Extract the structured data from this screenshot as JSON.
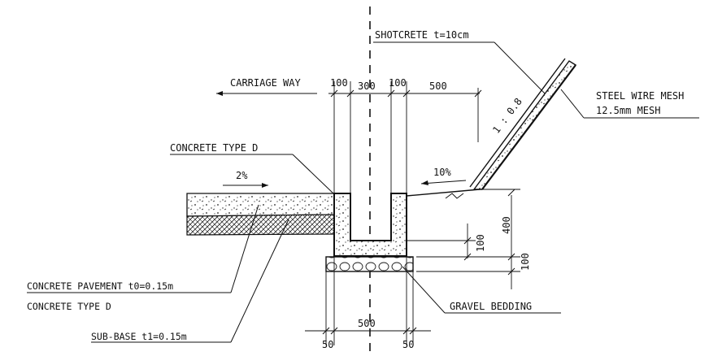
{
  "labels": {
    "shotcrete": "SHOTCRETE  t=10cm",
    "carriage_way": "CARRIAGE WAY",
    "steel_wire_mesh": "STEEL WIRE MESH",
    "mesh_size": "12.5mm MESH",
    "concrete_type_d_top": "CONCRETE TYPE D",
    "slope_left": "2%",
    "slope_right": "10%",
    "slope_ratio": "1 : 0.8",
    "concrete_pavement": "CONCRETE PAVEMENT t0=0.15m",
    "concrete_type_d_bottom": "CONCRETE TYPE D",
    "gravel_bedding": "GRAVEL BEDDING",
    "sub_base": "SUB-BASE t1=0.15m"
  },
  "dimensions": {
    "top_left_wall": "100",
    "top_channel": "300",
    "top_right_wall": "100",
    "top_shoulder": "500",
    "right_depth": "400",
    "right_base": "100",
    "right_bedding": "100",
    "bottom_width": "500",
    "bottom_left_offset": "50",
    "bottom_right_offset": "50"
  },
  "colors": {
    "ink": "#111111",
    "background": "#ffffff"
  }
}
